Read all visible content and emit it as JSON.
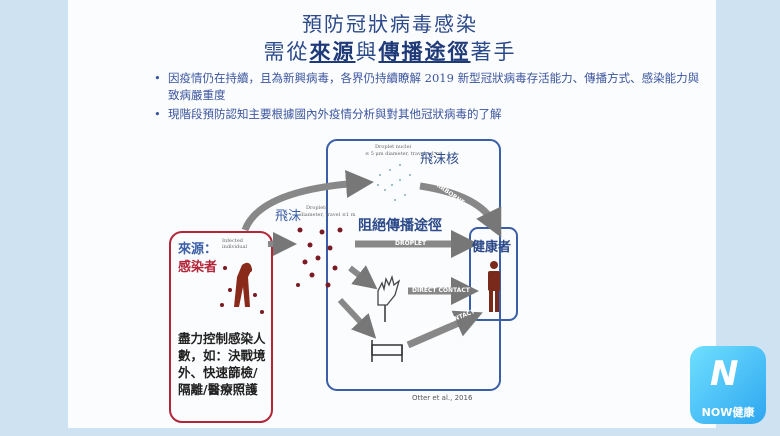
{
  "title": {
    "line1": "預防冠狀病毒感染",
    "line2_prefix": "需從",
    "line2_bold1": "來源",
    "line2_mid": "與",
    "line2_bold2": "傳播途徑",
    "line2_suffix": "著手"
  },
  "bullets": [
    "因疫情仍在持續，且為新興病毒，各界仍持續瞭解 2019 新型冠狀病毒存活能力、傳播方式、感染能力與致病嚴重度",
    "現階段預防認知主要根據國內外疫情分析與對其他冠狀病毒的了解"
  ],
  "diagram": {
    "source_label_1": "來源：",
    "source_label_2": "感染者",
    "infected_en": "Infected individual",
    "control_text": "盡力控制感染人數，如：決戰境外、快速篩檢/隔離/醫療照護",
    "droplet_nuclei_zh": "飛沫核",
    "droplet_nuclei_en": "Droplet nuclei",
    "droplet_nuclei_size": "≤ 5 μm diameter, travel >1 m",
    "droplet_zh": "飛沫",
    "droplet_en": "Droplets",
    "droplet_size": "diameter, travel ≤1 m",
    "block_label": "阻絕傳播途徑",
    "healthy_label": "健康者",
    "routes": [
      "AIRBORNE",
      "DROPLET",
      "DIRECT CONTACT",
      "INDIRECT CONTACT"
    ],
    "citation": "Otter et al., 2016"
  },
  "logo": {
    "text": "NOW健康"
  },
  "colors": {
    "red": "#b3263a",
    "blue": "#3a5ea8",
    "person": "#8a2a1a"
  }
}
